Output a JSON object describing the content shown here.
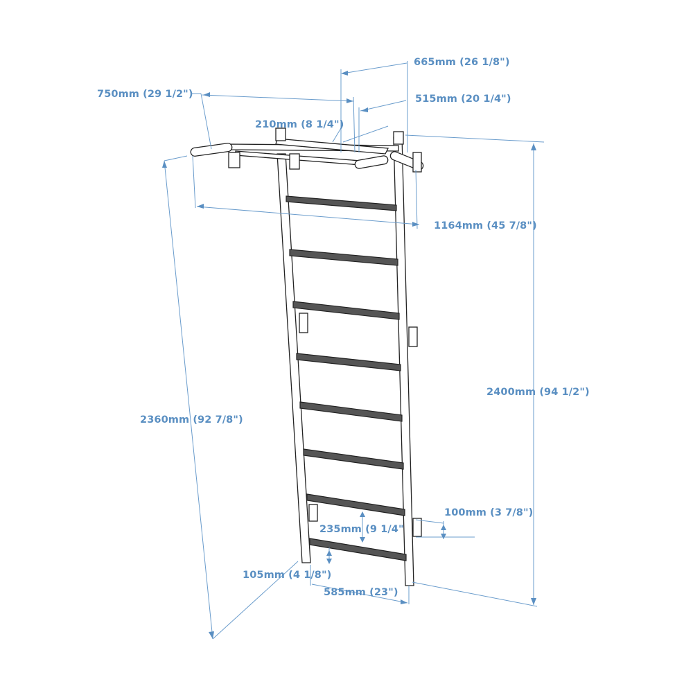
{
  "dimensions": {
    "d665": "665mm (26 1/8\")",
    "d750": "750mm (29 1/2\")",
    "d515": "515mm (20 1/4\")",
    "d210": "210mm (8 1/4\")",
    "d1164": "1164mm (45 7/8\")",
    "d2400": "2400mm (94 1/2\")",
    "d2360": "2360mm (92 7/8\")",
    "d100": "100mm (3 7/8\")",
    "d235": "235mm (9 1/4\"",
    "d105": "105mm (4 1/8\")",
    "d585": "585mm (23\")"
  },
  "colors": {
    "dimension": "#5a8fc2",
    "outline": "#222222"
  }
}
